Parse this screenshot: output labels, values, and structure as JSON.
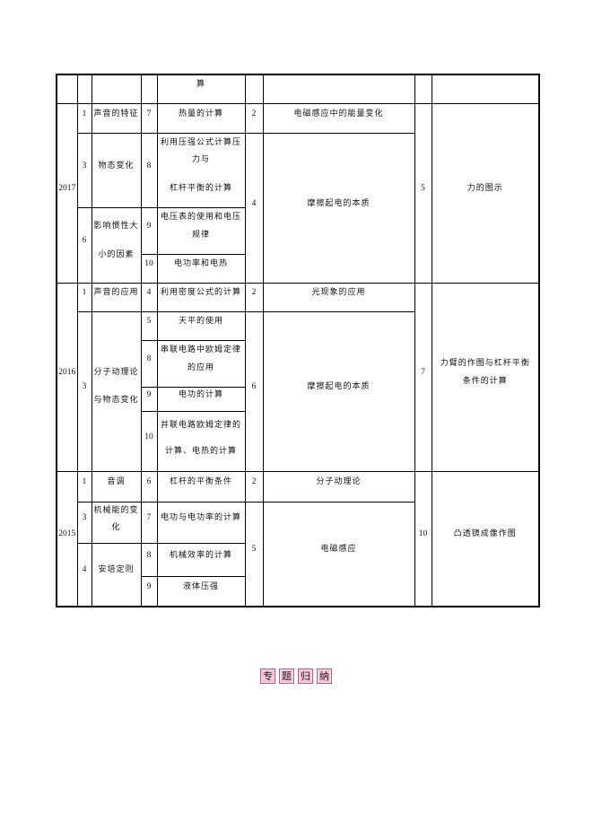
{
  "table": {
    "row0": {
      "col5_text": "算"
    },
    "y2017": {
      "year": "2017",
      "a": [
        {
          "num": "1",
          "text": "声音的特征"
        },
        {
          "num": "3",
          "text": "物态变化"
        },
        {
          "num": "6",
          "text": "影响惯性大小的因素"
        }
      ],
      "b": [
        {
          "num": "7",
          "text": "热量的计算"
        },
        {
          "num": "8",
          "lines": [
            "利用压强公式计算压力与",
            "杠杆平衡的计算"
          ]
        },
        {
          "num": "9",
          "text": "电压表的使用和电压规律"
        },
        {
          "num": "10",
          "text": "电功率和电热"
        }
      ],
      "c": [
        {
          "num": "2",
          "text": "电磁感应中的能量变化"
        },
        {
          "num": "4",
          "text": "摩擦起电的本质"
        }
      ],
      "d": [
        {
          "num": "5",
          "text": "力的图示"
        }
      ]
    },
    "y2016": {
      "year": "2016",
      "a": [
        {
          "num": "1",
          "text": "声音的应用"
        },
        {
          "num": "3",
          "text": "分子动理论与物态变化"
        }
      ],
      "b": [
        {
          "num": "4",
          "text": "利用密度公式的计算"
        },
        {
          "num": "5",
          "text": "天平的使用"
        },
        {
          "num": "8",
          "text": "串联电路中欧姆定律的应用"
        },
        {
          "num": "9",
          "text": "电功的计算"
        },
        {
          "num": "10",
          "text": "并联电路欧姆定律的计算、电热的计算"
        }
      ],
      "c": [
        {
          "num": "2",
          "text": "光现象的应用"
        },
        {
          "num": "6",
          "text": "摩擦起电的本质"
        }
      ],
      "d": [
        {
          "num": "7",
          "text": "力臂的作图与杠杆平衡条件的计算"
        }
      ]
    },
    "y2015": {
      "year": "2015",
      "a": [
        {
          "num": "1",
          "text": "音调"
        },
        {
          "num": "3",
          "text": "机械能的变化"
        },
        {
          "num": "4",
          "text": "安培定则"
        }
      ],
      "b": [
        {
          "num": "6",
          "text": "杠杆的平衡条件"
        },
        {
          "num": "7",
          "text": "电功与电功率的计算"
        },
        {
          "num": "8",
          "text": "机械效率的计算"
        },
        {
          "num": "9",
          "text": "液体压强"
        }
      ],
      "c": [
        {
          "num": "2",
          "text": "分子动理论"
        },
        {
          "num": "5",
          "text": "电磁感应"
        }
      ],
      "d": [
        {
          "num": "10",
          "text": "凸透镜成像作图"
        }
      ]
    }
  },
  "heading": {
    "chars": [
      "专",
      "题",
      "归",
      "纳"
    ]
  },
  "colors": {
    "heading_box_fill": "#f6c4d7",
    "heading_box_border": "#c2557f",
    "rule": "#000000"
  }
}
